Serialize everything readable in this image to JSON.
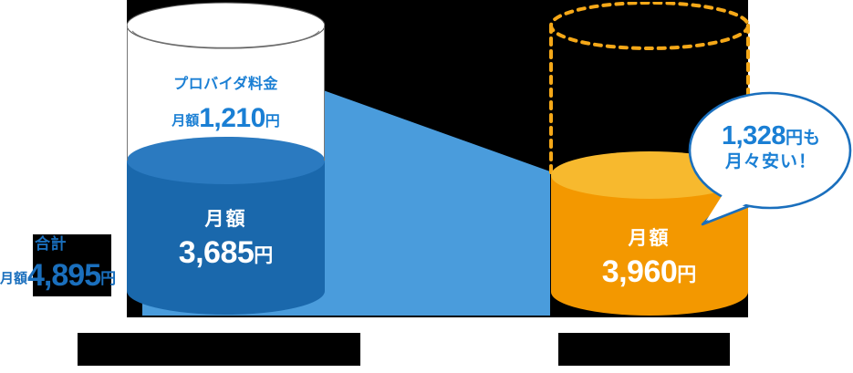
{
  "chart_data": {
    "type": "bar",
    "title": "",
    "subtitle": "",
    "xlabel": "",
    "ylabel": "",
    "categories": [
      "",
      ""
    ],
    "category_labels_redacted": true,
    "series": [
      {
        "name": "プロバイダ料金",
        "values": [
          1210,
          0
        ],
        "color": "#FFFFFF",
        "text_color": "#1A7FD4"
      },
      {
        "name": "月額",
        "values": [
          3685,
          3960
        ],
        "color": "#1A68AC",
        "color_right": "#F39800",
        "text_color": "#FFFFFF"
      }
    ],
    "totals": [
      4895,
      3960
    ],
    "difference": 1328,
    "unit": "円",
    "ylim": [
      0,
      4895
    ],
    "grid": false,
    "legend": "none",
    "annotations": [
      "合計 月額4,895円",
      "1,328円も月々安い！"
    ]
  },
  "colors": {
    "backdrop": "#000000",
    "connector_blue": "#4A9CDC",
    "cylinder_blue_body": "#1A68AC",
    "cylinder_blue_top": "#2B7AC0",
    "cylinder_white_body": "#FFFFFF",
    "cylinder_white_top": "#FFFFFF",
    "cylinder_white_stroke": "#555555",
    "cylinder_orange_body": "#F39800",
    "cylinder_orange_top": "#F7B92E",
    "ghost_outline": "#F5A818",
    "bubble_fill": "#FFFFFF",
    "bubble_stroke": "#1A6FBD",
    "text_blue": "#1A7FD4",
    "text_total_blue": "#1A6FBD",
    "text_white": "#FFFFFF"
  },
  "left_cylinder": {
    "provider": {
      "caption": "プロバイダ料金",
      "prefix": "月額",
      "amount": "1,210",
      "unit": "円"
    },
    "monthly": {
      "caption": "月額",
      "amount": "3,685",
      "unit": "円"
    }
  },
  "total_callout": {
    "caption": "合計",
    "prefix": "月額",
    "amount": "4,895",
    "unit": "円"
  },
  "right_cylinder": {
    "monthly": {
      "caption": "月額",
      "amount": "3,960",
      "unit": "円"
    }
  },
  "bubble": {
    "amount": "1,328",
    "unit": "円",
    "particle": "も",
    "line2": "月々安い！"
  },
  "axis_labels": {
    "left": "",
    "right": ""
  }
}
